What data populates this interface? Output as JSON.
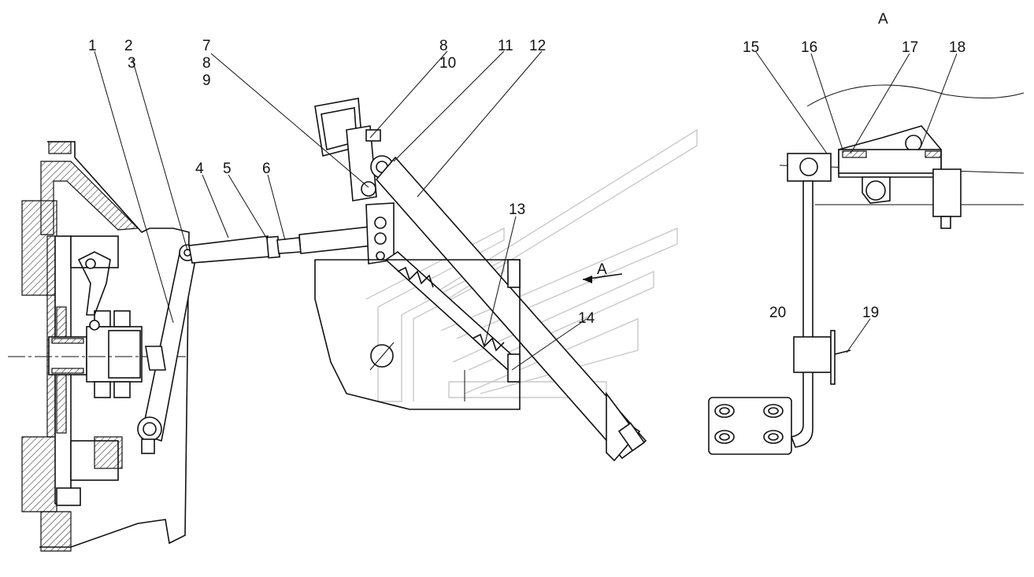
{
  "view_label": "A",
  "section_label": "A",
  "callouts": {
    "c1": "1",
    "c2": "2",
    "c3": "3",
    "c4": "4",
    "c5": "5",
    "c6": "6",
    "c7": "7",
    "c8a": "8",
    "c9": "9",
    "c8b": "8",
    "c10": "10",
    "c11": "11",
    "c12": "12",
    "c13": "13",
    "c14": "14",
    "c15": "15",
    "c16": "16",
    "c17": "17",
    "c18": "18",
    "c19": "19",
    "c20": "20"
  }
}
